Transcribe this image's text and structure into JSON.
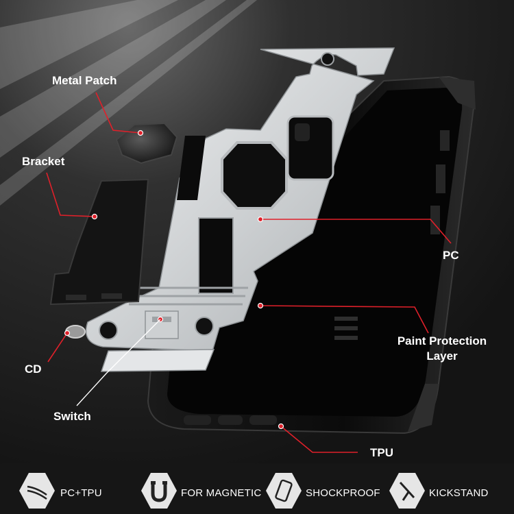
{
  "callouts": {
    "metal_patch": "Metal Patch",
    "bracket": "Bracket",
    "pc": "PC",
    "paint_protection": "Paint Protection\nLayer",
    "cd": "CD",
    "switch": "Switch",
    "tpu": "TPU"
  },
  "features": [
    {
      "label": "PC+TPU",
      "icon": "layers-icon"
    },
    {
      "label": "FOR MAGNETIC",
      "icon": "magnet-icon"
    },
    {
      "label": "SHOCKPROOF",
      "icon": "phone-shock-icon"
    },
    {
      "label": "KICKSTAND",
      "icon": "kickstand-icon"
    }
  ],
  "colors": {
    "background": "#1b1b1b",
    "accent_red": "#e0202a",
    "metal": "#d9dcde",
    "case_black": "#0d0d0d"
  }
}
